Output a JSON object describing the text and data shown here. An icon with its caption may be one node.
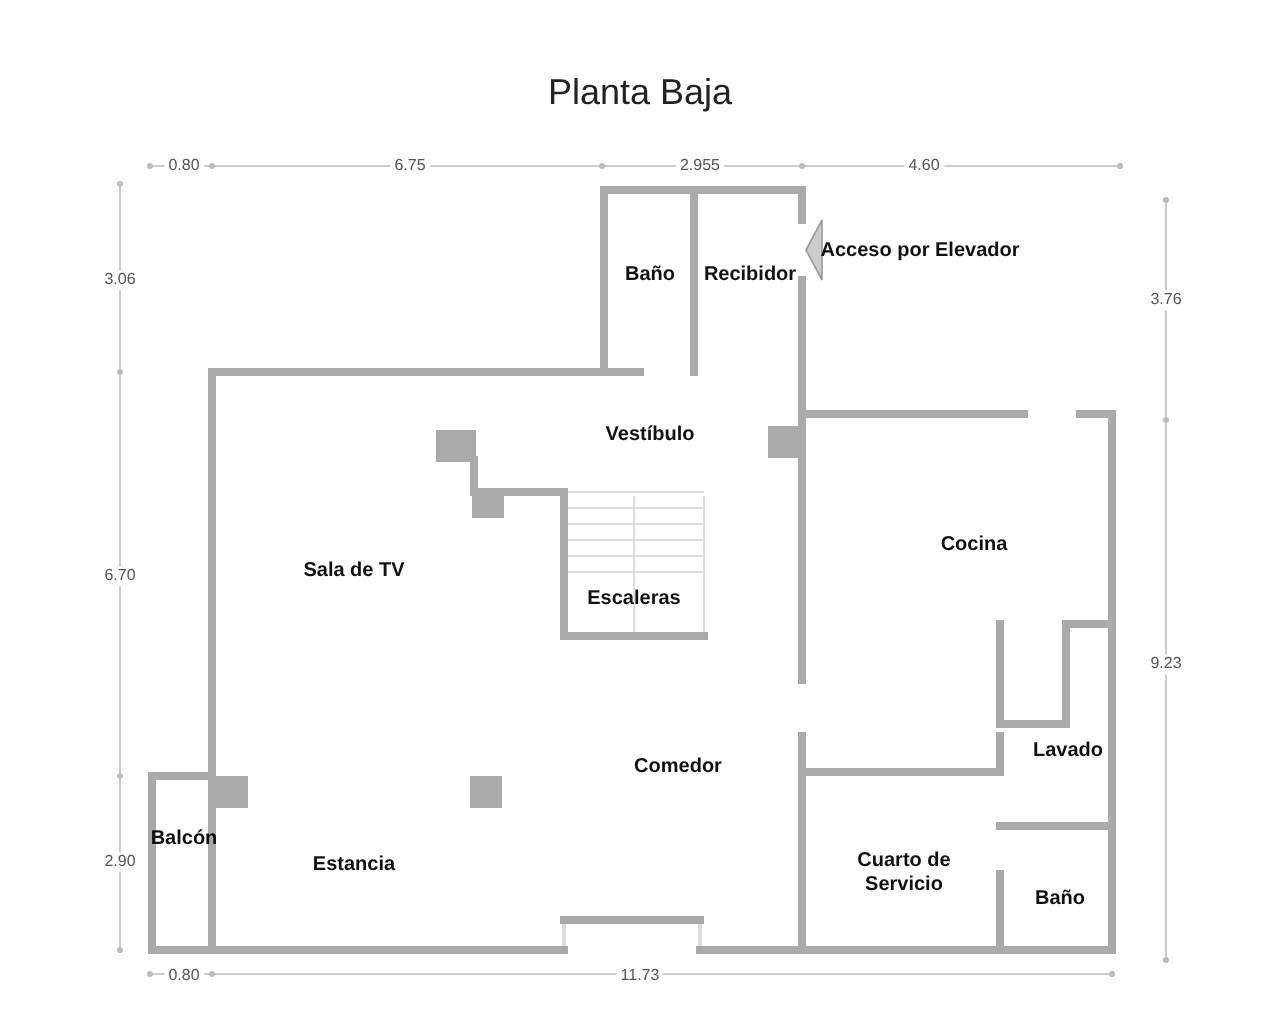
{
  "diagram": {
    "title": "Planta Baja",
    "labels": [
      "0.80",
      "6.75",
      "2.955",
      "4.60",
      "3.06",
      "Acceso por Elevador",
      "Baño",
      "Recibidor",
      "3.76",
      "Vestíbulo",
      "Cocina",
      "6.70",
      "Sala de TV",
      "Escaleras",
      "9.23",
      "Lavado",
      "Comedor",
      "Balcón",
      "2.90",
      "Estancia",
      "Cuarto de Servicio",
      "Baño",
      "0.80",
      "11.73"
    ]
  }
}
